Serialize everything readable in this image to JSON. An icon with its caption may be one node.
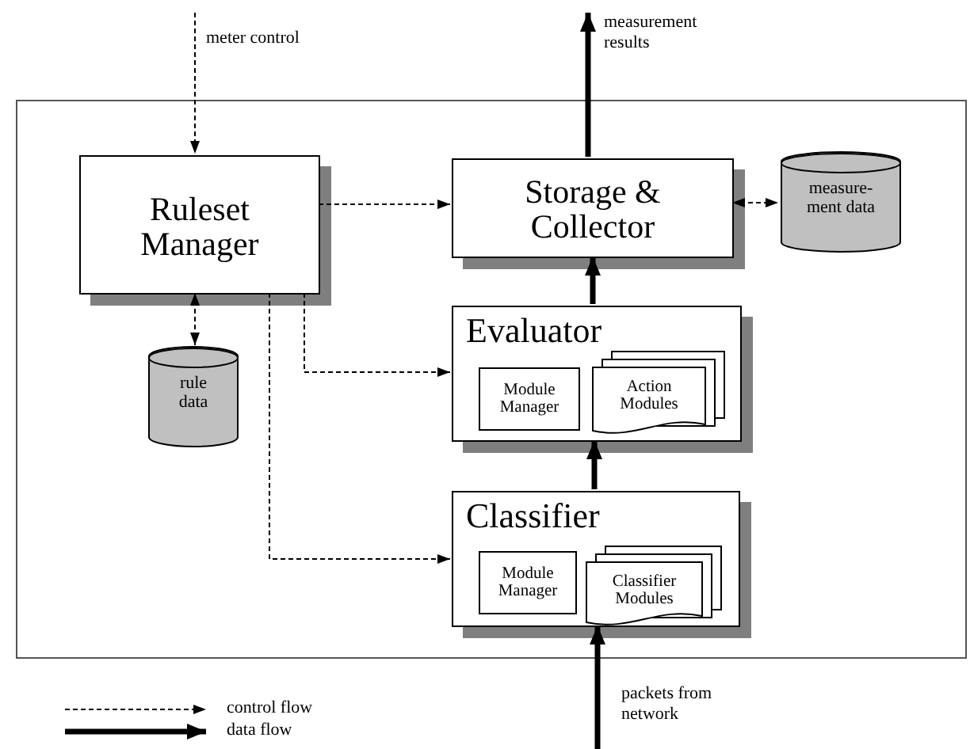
{
  "diagram": {
    "nodes": [
      {
        "text": [],
        "shape": "box"
      },
      {
        "text": [
          "Ruleset Manager"
        ],
        "in": 0
      },
      {
        "text": [
          "Storage & Collector"
        ],
        "in": 0
      },
      {
        "text": [
          "measure- ment data"
        ],
        "in": 0
      },
      {
        "text": [
          "rule data"
        ],
        "in": 0
      },
      {
        "text": [
          "Evaluator"
        ],
        "in": 0
      },
      {
        "text": [
          "Module Manager"
        ],
        "in": 5
      },
      {
        "text": [
          "Action Modules"
        ],
        "in": 5
      },
      {
        "text": [
          "Classifier"
        ],
        "in": 0
      },
      {
        "text": [
          "Module Manager"
        ],
        "in": 8
      },
      {
        "text": [
          "Classifier Modules"
        ],
        "in": 8
      }
    ],
    "edges": [
      {
        "from": null,
        "to": 1,
        "arrow": "to",
        "style": "dashed",
        "label": "meter control"
      },
      {
        "from": 1,
        "to": 2,
        "arrow": "to",
        "style": "dashed"
      },
      {
        "from": 2,
        "to": 3,
        "arrow": "both",
        "style": "dashed"
      },
      {
        "from": 1,
        "to": 4,
        "arrow": "both",
        "style": "dashed"
      },
      {
        "from": 1,
        "to": 5,
        "arrow": "to",
        "style": "dashed"
      },
      {
        "from": 1,
        "to": 8,
        "arrow": "to",
        "style": "dashed"
      },
      {
        "from": 5,
        "to": 2,
        "arrow": "to",
        "style": "thick"
      },
      {
        "from": 8,
        "to": 5,
        "arrow": "to",
        "style": "thick"
      },
      {
        "from": 2,
        "to": null,
        "arrow": "to",
        "style": "thick",
        "label": "measurement results"
      },
      {
        "from": null,
        "to": 8,
        "arrow": "to",
        "style": "thick",
        "label": "packets from network"
      }
    ],
    "legend": [
      {
        "text": "control flow"
      },
      {
        "text": "data flow"
      }
    ]
  }
}
